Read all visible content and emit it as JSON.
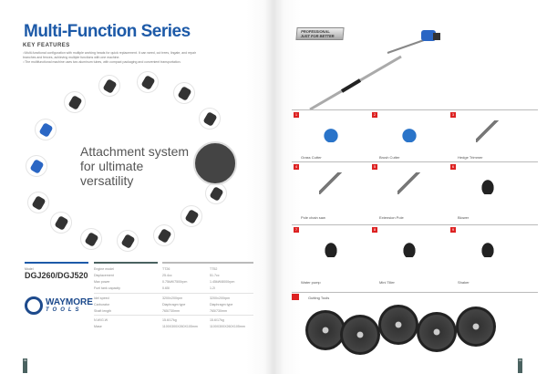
{
  "left": {
    "title": "Multi-Function Series",
    "key_features_heading": "KEY FEATURES",
    "features": [
      "○Multi-functional configuration with multiple working heads for quick replacement. It can weed, cut trees, lingate, and repair branches and fences, achieving multiple functions with one machine.",
      "○The multifunctional machine uses two aluminum tubes, with compact packaging and convenient transportation."
    ],
    "center_text": "Attachment system for ultimate versatility",
    "model_label": "Model",
    "model": "DGJ260/DGJ520",
    "brand_line1": "WAYMORE",
    "brand_line2": "TOOLS",
    "specs": [
      {
        "label": "Engine model",
        "v1": "TT26",
        "v2": "TT52"
      },
      {
        "label": "Displacement",
        "v1": "25.4cc",
        "v2": "51.7cc"
      },
      {
        "label": "Max power",
        "v1": "0.75kW/7500rpm",
        "v2": "1.45kW/8000rpm"
      },
      {
        "label": "Fuel tank capacity",
        "v1": "0.65l",
        "v2": "1.2l"
      },
      {
        "label": "Idel speed",
        "v1": "3200±200rpm",
        "v2": "3200±200rpm"
      },
      {
        "label": "Carburator",
        "v1": "Diaphragm type",
        "v2": "Diaphragm type"
      },
      {
        "label": "Shaft length",
        "v1": "765/730mm",
        "v2": "765/730mm"
      },
      {
        "label": "N.W/G.W",
        "v1": "15.6/17kg",
        "v2": "15.6/17kg"
      },
      {
        "label": "Mase",
        "v1": "1100X300X260X105mm",
        "v2": "1100X300X260X105mm"
      }
    ],
    "page_number": "43"
  },
  "right": {
    "badge_line1": "PROFESSIONAL",
    "badge_line2": "JUST FOR BETTER",
    "attachments": [
      {
        "num": "1",
        "label": "Grass Cutter",
        "style": "blue"
      },
      {
        "num": "2",
        "label": "Brush Cutter",
        "style": "blue"
      },
      {
        "num": "3",
        "label": "Hedge Trimmer",
        "style": "gray"
      },
      {
        "num": "4",
        "label": "Pole chain saw",
        "style": "gray"
      },
      {
        "num": "5",
        "label": "Extension Pole",
        "style": "gray"
      },
      {
        "num": "6",
        "label": "Blower",
        "style": "dark"
      },
      {
        "num": "7",
        "label": "Water pump",
        "style": "dark"
      },
      {
        "num": "8",
        "label": "Mini Tiller",
        "style": "dark"
      },
      {
        "num": "9",
        "label": "Shaker",
        "style": "dark"
      }
    ],
    "cutting_tools_label": "Gutting Tools",
    "page_number": "44"
  },
  "colors": {
    "title_blue": "#1d5aa8",
    "number_red": "#dd2222"
  }
}
